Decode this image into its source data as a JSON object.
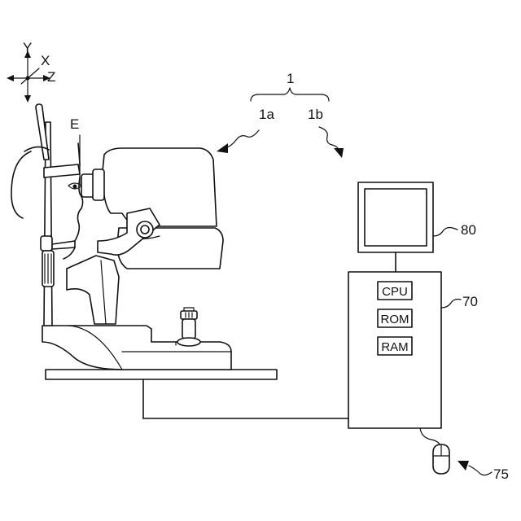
{
  "axes": {
    "y": "Y",
    "x": "X",
    "z": "Z"
  },
  "labels": {
    "system": "1",
    "sub_a": "1a",
    "sub_b": "1b",
    "eye": "E",
    "monitor": "80",
    "control": "70",
    "mouse": "75"
  },
  "control_unit": {
    "cpu": "CPU",
    "rom": "ROM",
    "ram": "RAM"
  }
}
